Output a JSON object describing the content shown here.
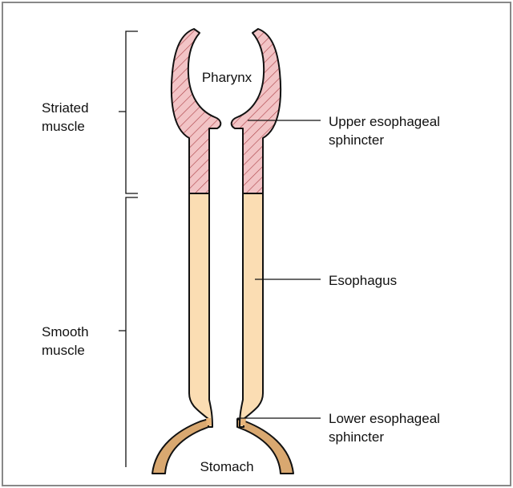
{
  "diagram": {
    "labels": {
      "pharynx": "Pharynx",
      "striated": [
        "Striated",
        "muscle"
      ],
      "smooth": [
        "Smooth",
        "muscle"
      ],
      "upper_sphincter": [
        "Upper esophageal",
        "sphincter"
      ],
      "esophagus": "Esophagus",
      "lower_sphincter": [
        "Lower esophageal",
        "sphincter"
      ],
      "stomach": "Stomach"
    },
    "colors": {
      "frame": "#888888",
      "striated_fill": "#F2C4C6",
      "striated_hatch": "#B0484E",
      "smooth_fill": "#FBDDB3",
      "stomach_fill": "#D9A870",
      "outline": "#111111"
    }
  }
}
